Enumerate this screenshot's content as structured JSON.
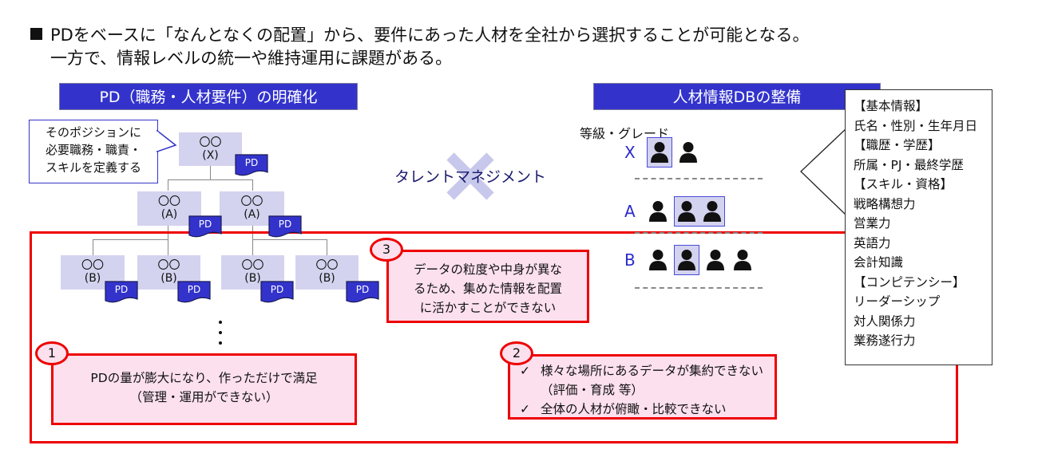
{
  "headline": {
    "line1": "PDをベースに「なんとなくの配置」から、要件にあった人材を全社から選択することが可能となる。",
    "line2": "一方で、情報レベルの統一や維持運用に課題がある。"
  },
  "left_section": {
    "header": "PD（職務・人材要件）の明確化",
    "callout": [
      "そのポジションに",
      "必要職務・職責・",
      "スキルを定義する"
    ],
    "pd_label": "PD",
    "org_nodes": {
      "x": {
        "name": "〇〇",
        "grade": "(X)"
      },
      "a": [
        {
          "name": "〇〇",
          "grade": "(A)"
        },
        {
          "name": "〇〇",
          "grade": "(A)"
        }
      ],
      "b": [
        {
          "name": "〇〇",
          "grade": "(B)"
        },
        {
          "name": "〇〇",
          "grade": "(B)"
        },
        {
          "name": "〇〇",
          "grade": "(B)"
        },
        {
          "name": "〇〇",
          "grade": "(B)"
        }
      ]
    }
  },
  "center": {
    "label": "タレントマネジメント"
  },
  "right_section": {
    "header": "人材情報DBの整備",
    "grade_title": "等級・グレード",
    "grades": [
      {
        "letter": "X",
        "people": 2,
        "highlighted": [
          0
        ]
      },
      {
        "letter": "A",
        "people": 3,
        "highlighted": [
          1,
          2
        ]
      },
      {
        "letter": "B",
        "people": 4,
        "highlighted": [
          1
        ]
      }
    ],
    "info_items": [
      "【基本情報】",
      "氏名・性別・生年月日",
      "【職歴・学歴】",
      "所属・PJ・最終学歴",
      "【スキル・資格】",
      "戦略構想力",
      "営業力",
      "英語力",
      "会計知識",
      "【コンピテンシー】",
      "リーダーシップ",
      "対人関係力",
      "業務遂行力"
    ]
  },
  "issues": [
    {
      "number": "1",
      "lines": [
        "PDの量が膨大になり、作っただけで満足",
        "（管理・運用ができない）"
      ]
    },
    {
      "number": "2",
      "items": [
        {
          "check": "✓",
          "text": "様々な場所にあるデータが集約できない"
        },
        {
          "check": "",
          "text": "（評価・育成 等）"
        },
        {
          "check": "✓",
          "text": "全体の人材が俯瞰・比較できない"
        }
      ]
    },
    {
      "number": "3",
      "lines": [
        "データの粒度や中身が異な",
        "るため、集めた情報を配置",
        "に活かすことができない"
      ]
    }
  ],
  "colors": {
    "header_blue": "#3333cc",
    "node_fill": "#d3d3ef",
    "issue_red": "#ee0000",
    "issue_fill": "#fce0ee",
    "grade_blue": "#2a2acc"
  }
}
